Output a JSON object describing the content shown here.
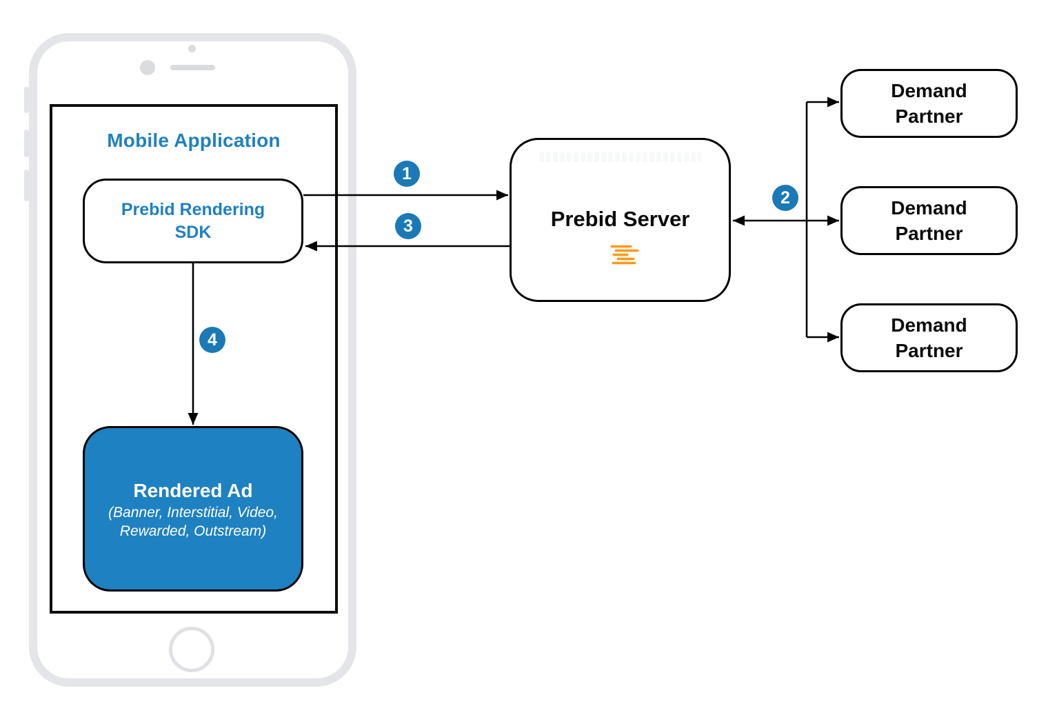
{
  "colors": {
    "accent_blue": "#1E81C1",
    "badge_blue": "#1A79B6",
    "logo_orange": "#F8991D",
    "line_black": "#000000",
    "phone_gray": "#E4E5E8",
    "ad_fill_blue": "#1E81C1"
  },
  "mobile_application": {
    "title": "Mobile Application"
  },
  "sdk": {
    "line1": "Prebid Rendering",
    "line2": "SDK"
  },
  "prebid_server": {
    "title": "Prebid Server",
    "logo": "prebid-logo"
  },
  "demand_partners": [
    {
      "line1": "Demand",
      "line2": "Partner"
    },
    {
      "line1": "Demand",
      "line2": "Partner"
    },
    {
      "line1": "Demand",
      "line2": "Partner"
    }
  ],
  "rendered_ad": {
    "title": "Rendered Ad",
    "subtitle_line1": "(Banner, Interstitial, Video,",
    "subtitle_line2": "Rewarded, Outstream)"
  },
  "flow_steps": [
    {
      "number": "1"
    },
    {
      "number": "2"
    },
    {
      "number": "3"
    },
    {
      "number": "4"
    }
  ]
}
